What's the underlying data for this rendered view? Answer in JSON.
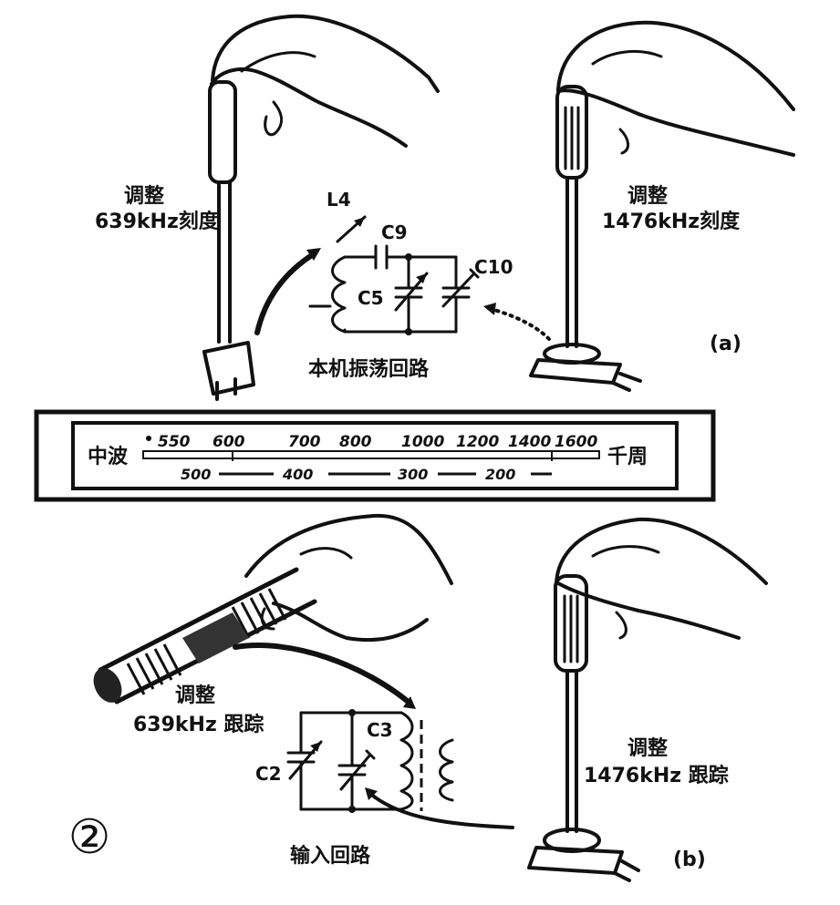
{
  "part_a": {
    "left_caption": [
      "调整",
      "639kHz刻度"
    ],
    "right_caption": [
      "调整",
      "1476kHz刻度"
    ],
    "circuit_title": "本机振荡回路",
    "components": {
      "L": "L4",
      "C_series": "C9",
      "C_main": "C5",
      "C_trim": "C10"
    },
    "part_label": "(a)"
  },
  "dial": {
    "left_label": "中波",
    "right_label": "千周",
    "top_ticks": [
      "550",
      "600",
      "700",
      "800",
      "1000",
      "1200",
      "1400",
      "1600"
    ],
    "bottom_ticks": [
      "500",
      "400",
      "300",
      "200"
    ]
  },
  "part_b": {
    "left_caption": [
      "调整",
      "639kHz 跟踪"
    ],
    "right_caption": [
      "调整",
      "1476kHz 跟踪"
    ],
    "circuit_title": "输入回路",
    "components": {
      "C_left": "C2",
      "C_right": "C3"
    },
    "part_label": "(b)",
    "figure_number": "②"
  }
}
